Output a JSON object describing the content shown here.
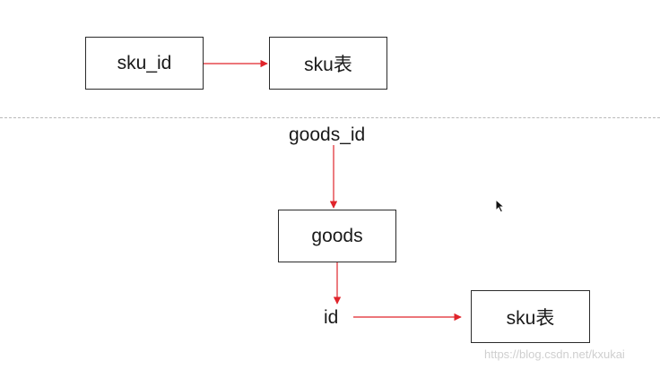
{
  "top": {
    "source": "sku_id",
    "target": "sku表"
  },
  "bottom": {
    "start_label": "goods_id",
    "middle_node": "goods",
    "field_label": "id",
    "target": "sku表"
  },
  "watermark": "https://blog.csdn.net/kxukai",
  "colors": {
    "arrow": "#e0242b",
    "border": "#2b2b2b",
    "divider": "#b8b8b8"
  },
  "icons": {
    "cursor": "mouse-pointer-icon"
  }
}
